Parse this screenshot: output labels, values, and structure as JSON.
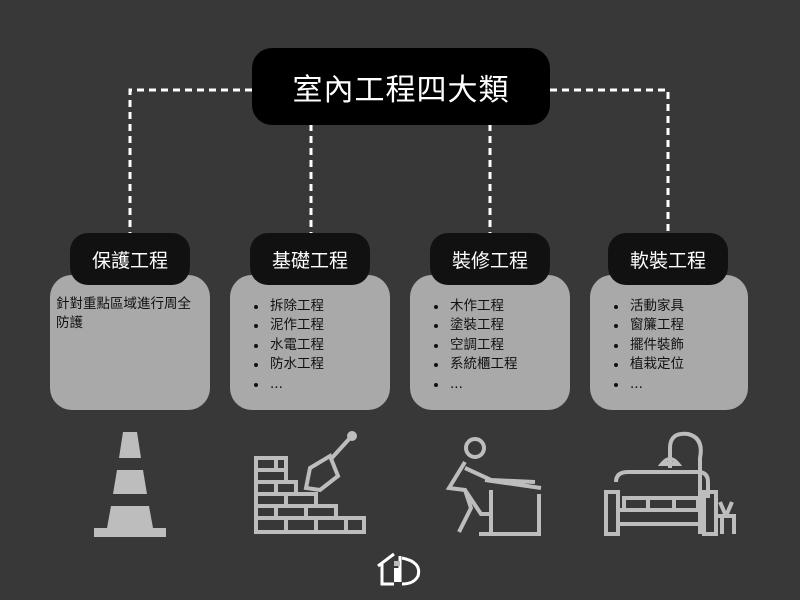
{
  "title": "室內工程四大類",
  "categories": [
    {
      "name": "保護工程",
      "description": "針對重點區域進行周全防護",
      "icon": "traffic-cone-icon"
    },
    {
      "name": "基礎工程",
      "items": [
        "拆除工程",
        "泥作工程",
        "水電工程",
        "防水工程",
        "..."
      ],
      "icon": "brick-wall-trowel-icon"
    },
    {
      "name": "裝修工程",
      "items": [
        "木作工程",
        "塗裝工程",
        "空調工程",
        "系統櫃工程",
        "..."
      ],
      "icon": "carpenter-sawing-icon"
    },
    {
      "name": "軟裝工程",
      "items": [
        "活動家具",
        "窗簾工程",
        "擺件裝飾",
        "植栽定位",
        "..."
      ],
      "icon": "sofa-lamp-icon"
    }
  ],
  "logo": {
    "text": "iD",
    "icon": "house-logo-icon"
  },
  "colors": {
    "background": "#383838",
    "card": "#a9a9a9",
    "pill": "#111111",
    "icon": "#bdbdbd"
  }
}
